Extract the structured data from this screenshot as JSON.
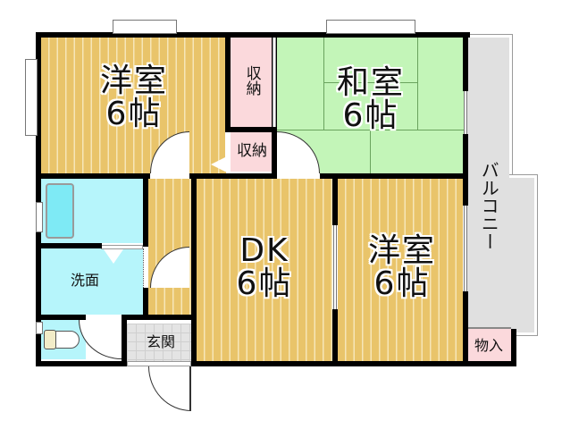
{
  "floor_plan": {
    "type": "2DK apartment floor plan",
    "rooms": [
      {
        "id": "western_room_1",
        "name": "洋室",
        "size": "6帖",
        "floor": "wood"
      },
      {
        "id": "japanese_room",
        "name": "和室",
        "size": "6帖",
        "floor": "tatami"
      },
      {
        "id": "dk",
        "name": "DK",
        "size": "6帖",
        "floor": "wood"
      },
      {
        "id": "western_room_2",
        "name": "洋室",
        "size": "6帖",
        "floor": "wood"
      }
    ],
    "closets": [
      {
        "id": "closet_tall",
        "name": "収納",
        "orientation": "vertical"
      },
      {
        "id": "closet_small",
        "name": "収納",
        "orientation": "horizontal"
      }
    ],
    "utility": {
      "washroom": "洗面",
      "entrance": "玄関",
      "storage": "物入",
      "balcony": "バルコニー"
    },
    "colors": {
      "wood": "#e9c46a",
      "wood_stripe": "#f6e6b8",
      "tatami": "#c3f5b8",
      "closet": "#fbd9dc",
      "wet_area": "#b6f5fb",
      "bathtub": "#7eeaf5",
      "entrance_tile": "#e4e4e4",
      "balcony": "#e0e0e0",
      "wall": "#000000"
    }
  }
}
